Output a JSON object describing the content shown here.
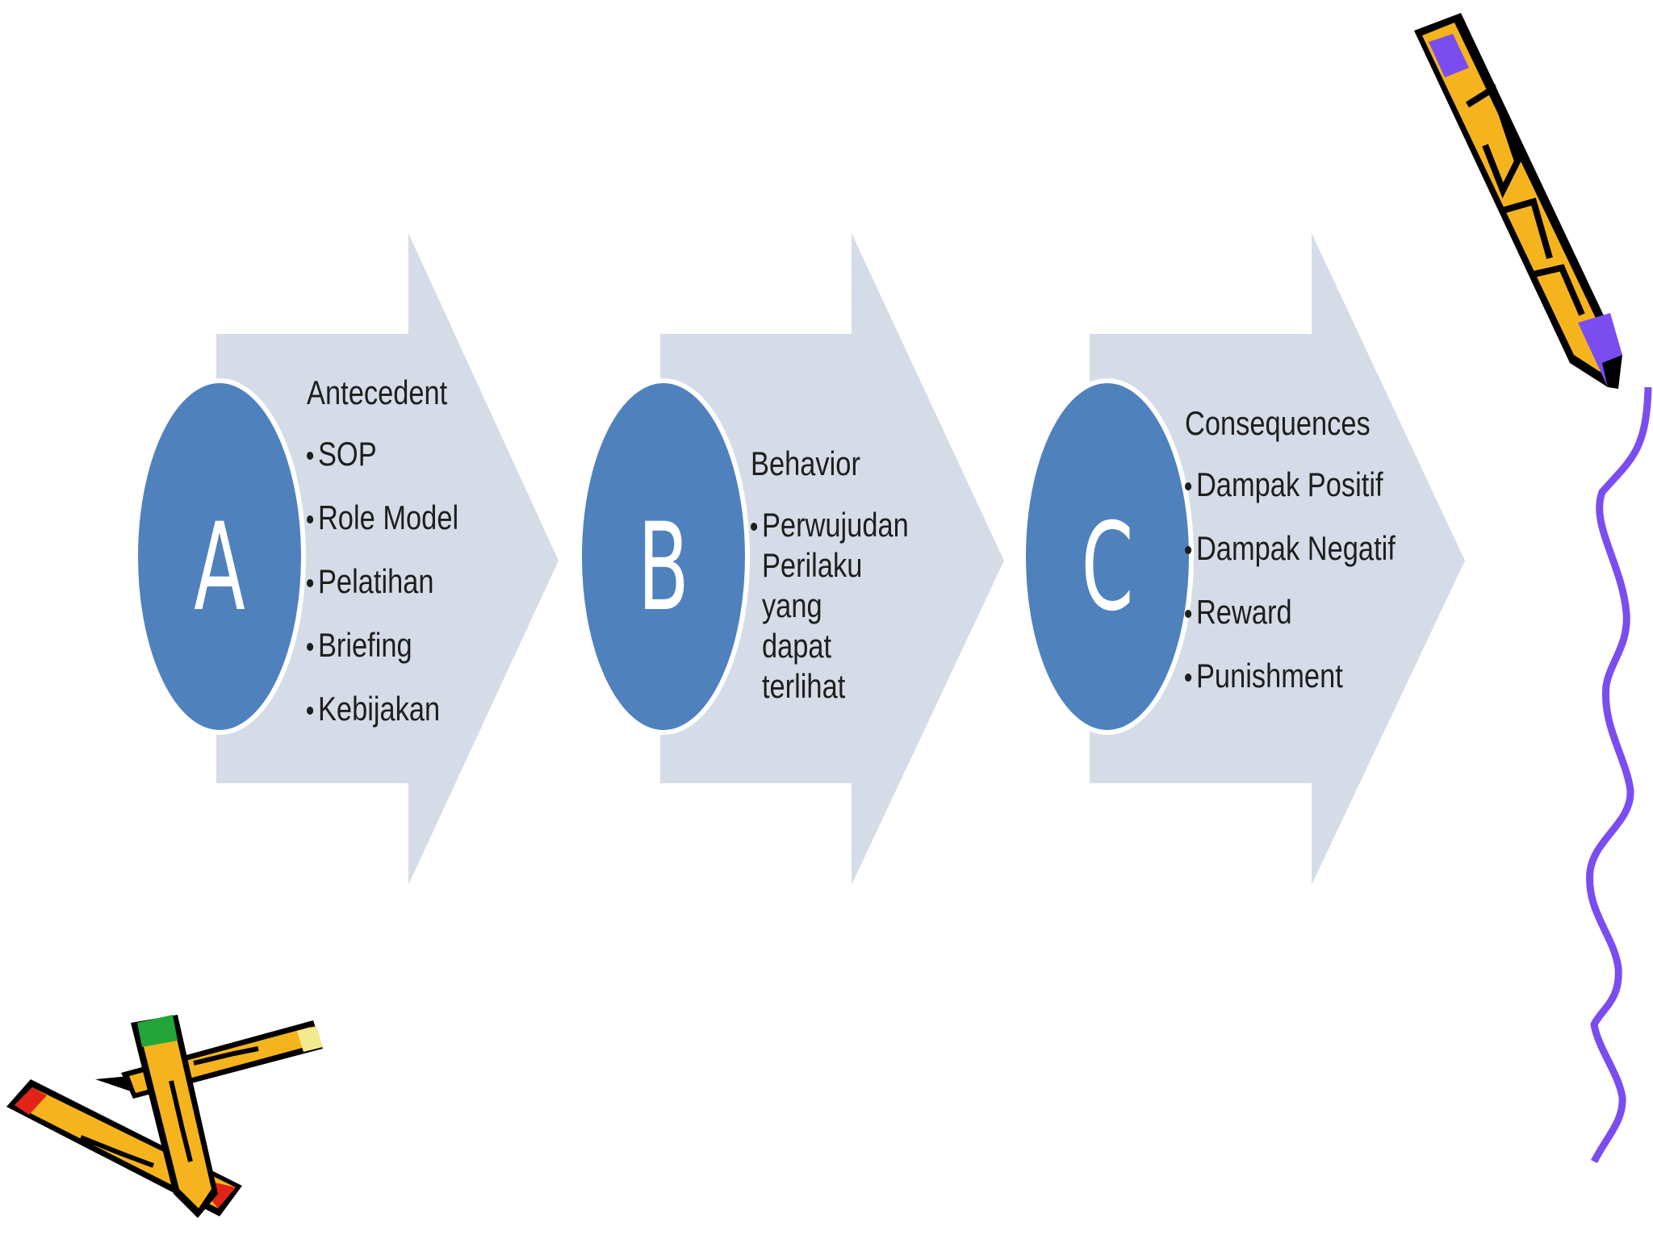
{
  "stages": [
    {
      "letter": "A",
      "heading": "Antecedent",
      "items": [
        "SOP",
        "Role Model",
        "Pelatihan",
        "Briefing",
        "Kebijakan"
      ]
    },
    {
      "letter": "B",
      "heading": "Behavior",
      "items": [
        "Perwujudan Perilaku yang dapat terlihat"
      ]
    },
    {
      "letter": "C",
      "heading": "Consequences",
      "items": [
        "Dampak Positif",
        "Dampak Negatif",
        "Reward",
        "Punishment"
      ]
    }
  ],
  "colors": {
    "arrow": "#d6dce7",
    "circle": "#4f81bd",
    "circle_border": "#ffffff",
    "squiggle": "#7b4df0",
    "pencil_body": "#f5b41e",
    "pencil_purple": "#7b4df0",
    "pencil_green": "#22a63a",
    "pencil_red": "#e2231a"
  },
  "decorations": [
    "pencil-clipart-top-right",
    "squiggle-line-right",
    "crossed-pencils-clipart-bottom-left"
  ]
}
